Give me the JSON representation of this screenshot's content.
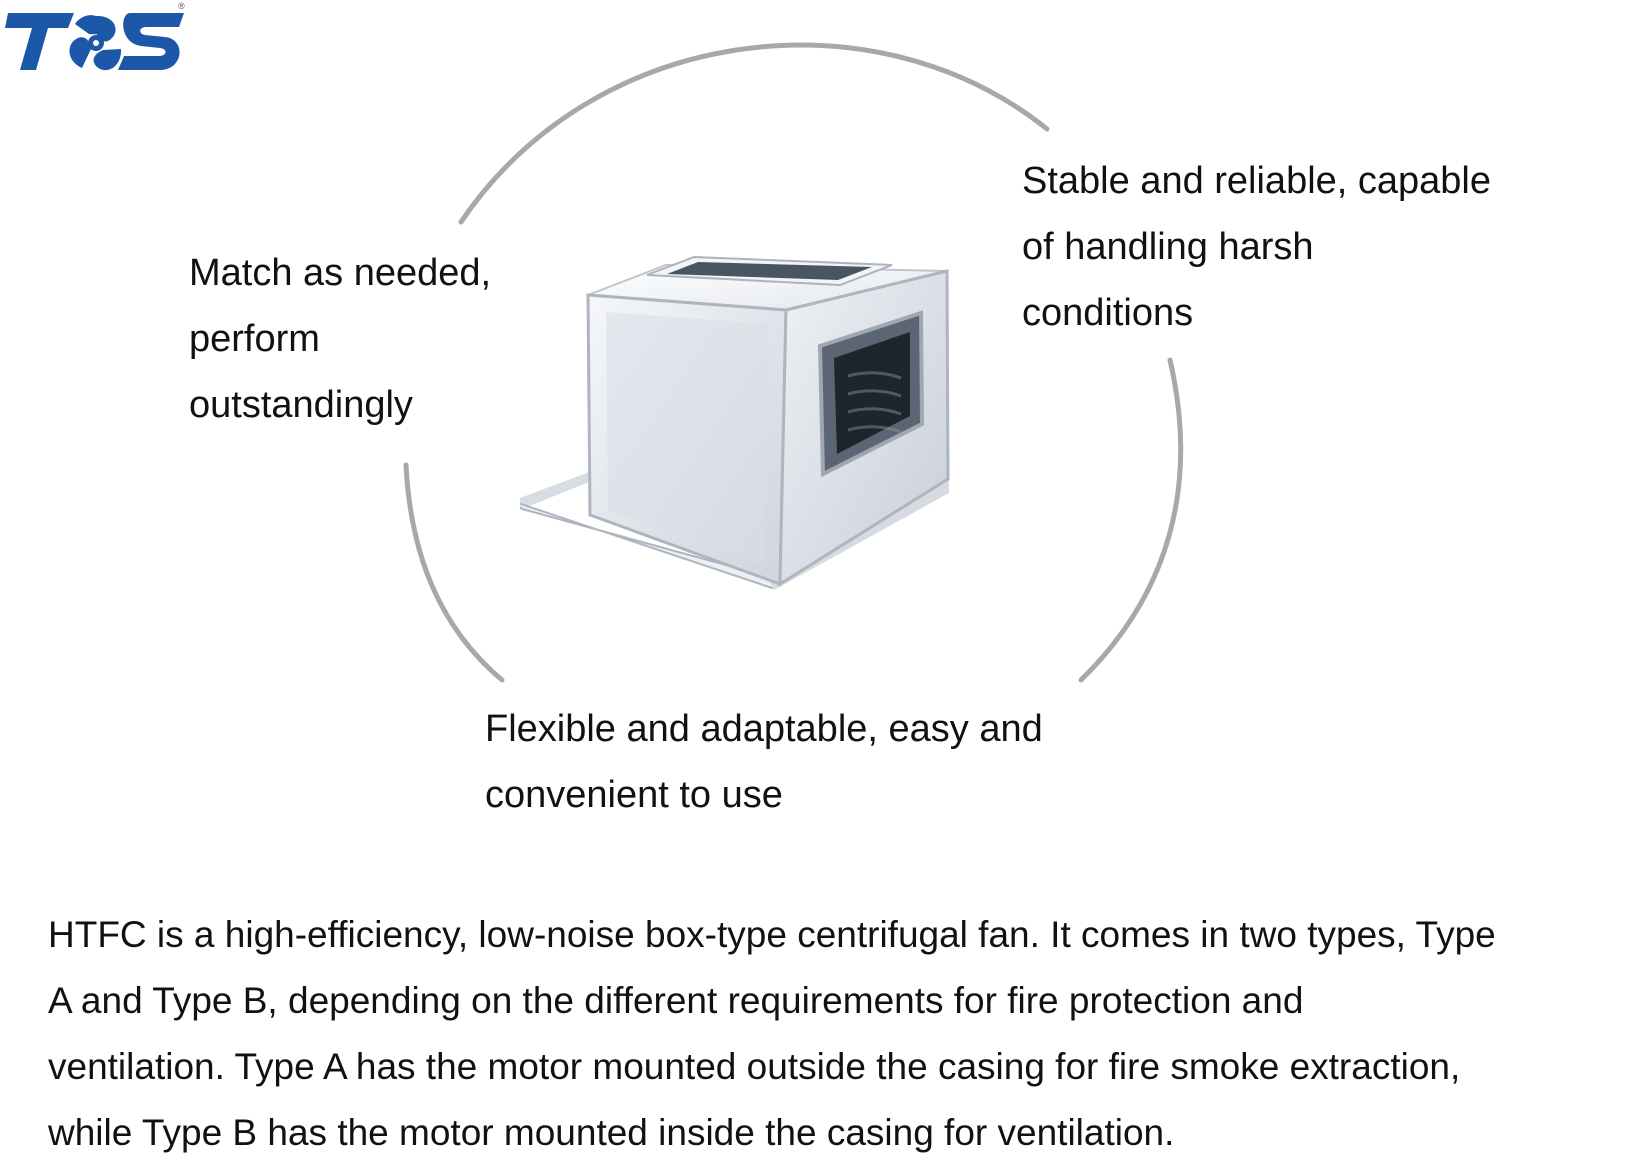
{
  "brand": {
    "logo_name": "TOS",
    "registered_mark": "®",
    "color": "#1d57a8"
  },
  "features": {
    "left": "Match as needed,\nperform\noutstandingly",
    "right": "Stable and reliable, capable\nof handling harsh\nconditions",
    "bottom": "Flexible and adaptable, easy and\nconvenient to use"
  },
  "description": "HTFC is a high-efficiency, low-noise box-type centrifugal fan. It comes in two types, Type\nA and Type B, depending on the different requirements for fire protection and\nventilation. Type A has the motor mounted outside the casing for fire smoke extraction,\nwhile Type B has the motor mounted inside the casing for ventilation.",
  "colors": {
    "arc": "#a8a8a8",
    "text": "#111111"
  }
}
